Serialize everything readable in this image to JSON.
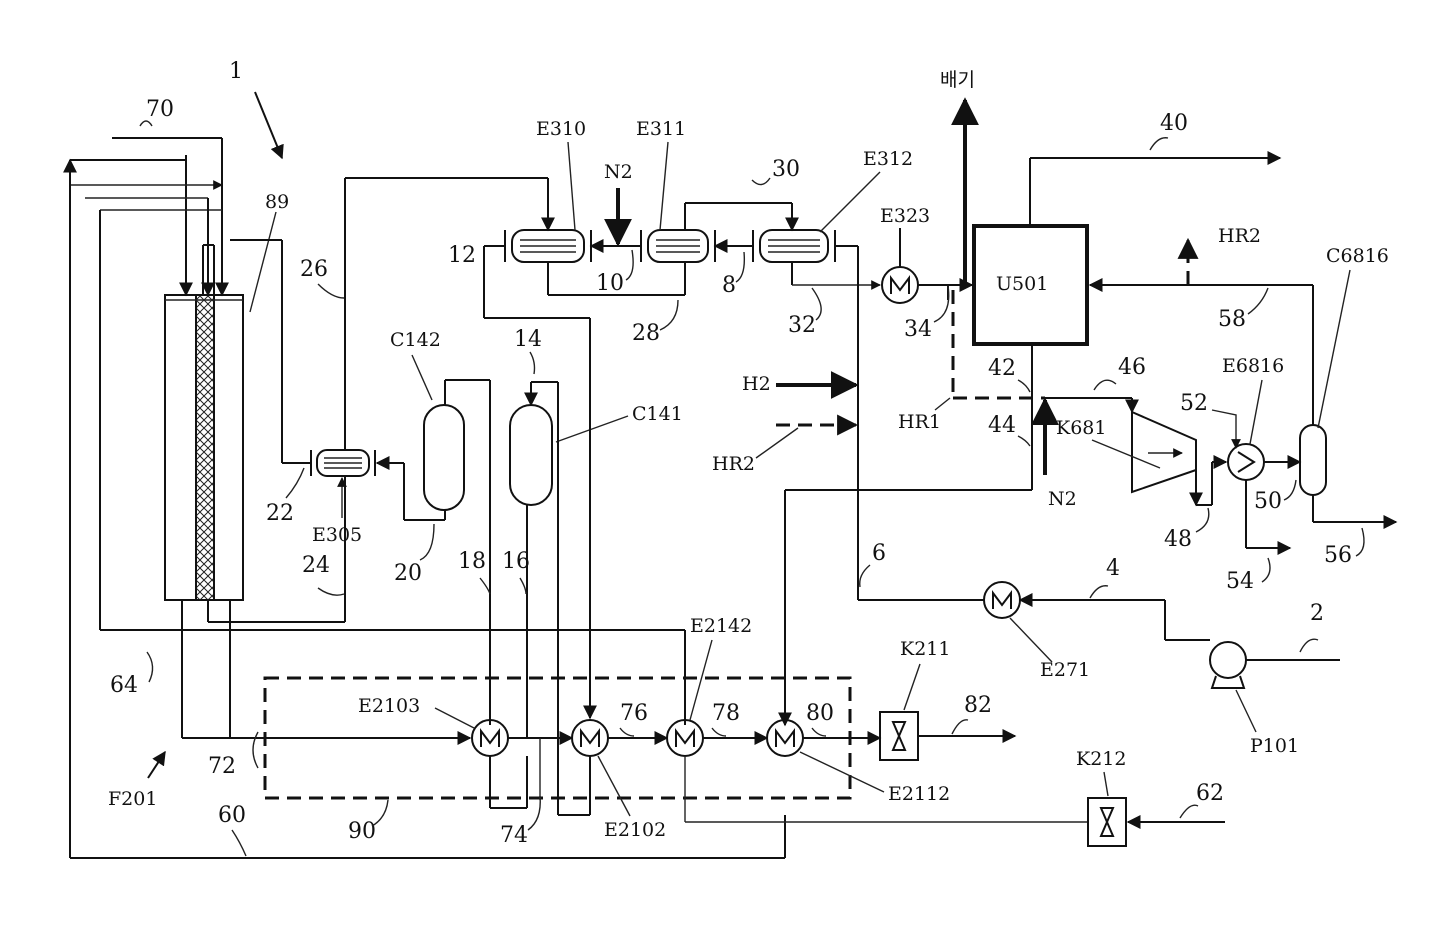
{
  "equipment": {
    "reactor": "1",
    "reactor_inner": "89",
    "furnace": "F201",
    "E310": "E310",
    "E311": "E311",
    "E312": "E312",
    "E323": "E323",
    "E305": "E305",
    "C142": "C142",
    "C141": "C141",
    "U501": "U501",
    "K681": "K681",
    "E6816": "E6816",
    "C6816": "C6816",
    "E271": "E271",
    "P101": "P101",
    "K211": "K211",
    "K212": "K212",
    "E2103": "E2103",
    "E2102": "E2102",
    "E2142": "E2142",
    "E2112": "E2112"
  },
  "streams": {
    "s2": "2",
    "s4": "4",
    "s6": "6",
    "s8": "8",
    "s10": "10",
    "s12": "12",
    "s14": "14",
    "s16": "16",
    "s18": "18",
    "s20": "20",
    "s22": "22",
    "s24": "24",
    "s26": "26",
    "s28": "28",
    "s30": "30",
    "s32": "32",
    "s34": "34",
    "s40": "40",
    "s42": "42",
    "s44": "44",
    "s46": "46",
    "s48": "48",
    "s50": "50",
    "s52": "52",
    "s54": "54",
    "s56": "56",
    "s58": "58",
    "s60": "60",
    "s62": "62",
    "s64": "64",
    "s70": "70",
    "s72": "72",
    "s74": "74",
    "s76": "76",
    "s78": "78",
    "s80": "80",
    "s82": "82",
    "s90": "90"
  },
  "gases": {
    "n2_top": "N2",
    "n2_bottom": "N2",
    "h2": "H2",
    "hr2_feed": "HR2",
    "hr2_vent": "HR2",
    "hr1": "HR1",
    "vent": "배기"
  }
}
